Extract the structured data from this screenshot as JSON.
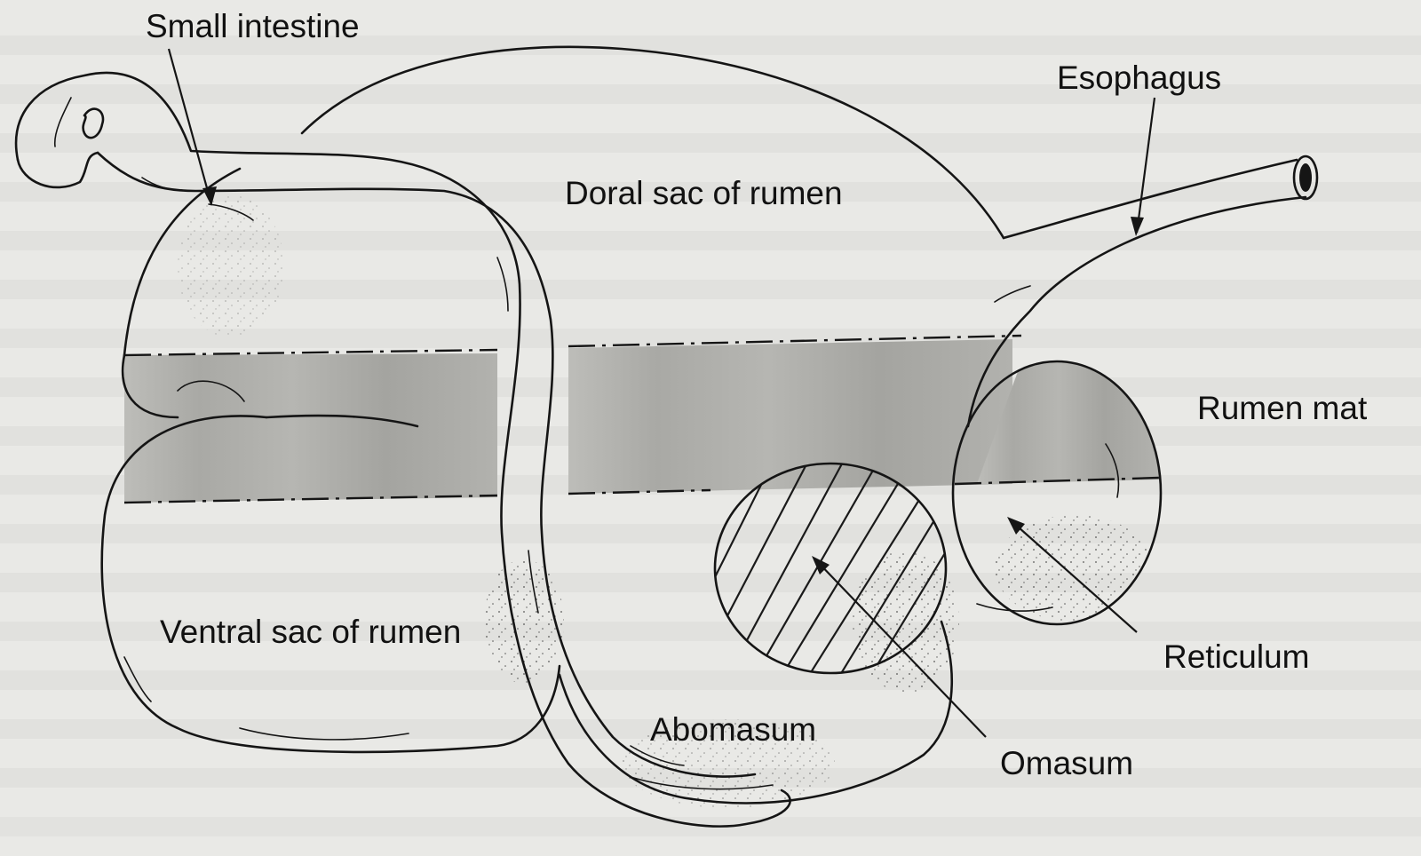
{
  "labels": {
    "small_intestine": "Small intestine",
    "esophagus": "Esophagus",
    "dorsal_sac": "Doral sac of rumen",
    "rumen_mat": "Rumen mat",
    "ventral_sac": "Ventral sac of rumen",
    "reticulum": "Reticulum",
    "abomasum": "Abomasum",
    "omasum": "Omasum"
  },
  "colors": {
    "background": "#e9e9e6",
    "line": "#151515",
    "mat_shade": "#a8a8a4"
  }
}
